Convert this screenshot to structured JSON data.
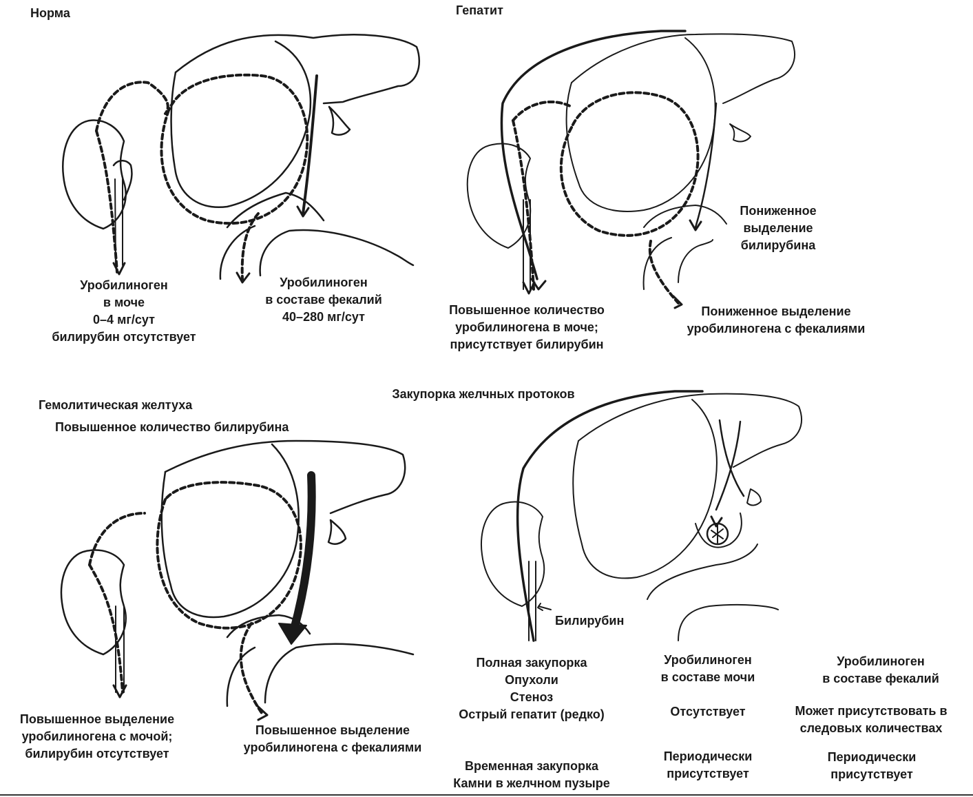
{
  "colors": {
    "ink": "#1a1a1a",
    "background": "#ffffff"
  },
  "panels": {
    "normal": {
      "title": "Норма",
      "urine_label": "Уробилиноген\nв моче\n0–4 мг/сут\nбилирубин отсутствует",
      "feces_label": "Уробилиноген\nв составе фекалий\n40–280 мг/сут"
    },
    "hepatitis": {
      "title": "Гепатит",
      "bilirubin_label": "Пониженное\nвыделение\nбилирубина",
      "urine_label": "Повышенное количество\nуробилиногена в моче;\nприсутствует билирубин",
      "feces_label": "Пониженное выделение\nуробилиногена с фекалиями"
    },
    "hemolytic": {
      "title": "Гемолитическая желтуха",
      "subtitle": "Повышенное количество билирубина",
      "urine_label": "Повышенное выделение\nуробилиногена с мочой;\nбилирубин отсутствует",
      "feces_label": "Повышенное выделение\nуробилиногена с фекалиями"
    },
    "obstruction": {
      "title": "Закупорка желчных протоков",
      "bilirubin_label": "Билирубин",
      "causes_col": "Полная закупорка\nОпухоли\nСтеноз\nОстрый гепатит (редко)",
      "temp_col": "Временная закупорка\nКамни в желчном пузыре",
      "urine_header": "Уробилиноген\nв составе мочи",
      "urine_full": "Отсутствует",
      "urine_temp": "Периодически\nприсутствует",
      "feces_header": "Уробилиноген\nв составе фекалий",
      "feces_full": "Может присутствовать в\nследовых количествах",
      "feces_temp": "Периодически\nприсутствует"
    }
  }
}
